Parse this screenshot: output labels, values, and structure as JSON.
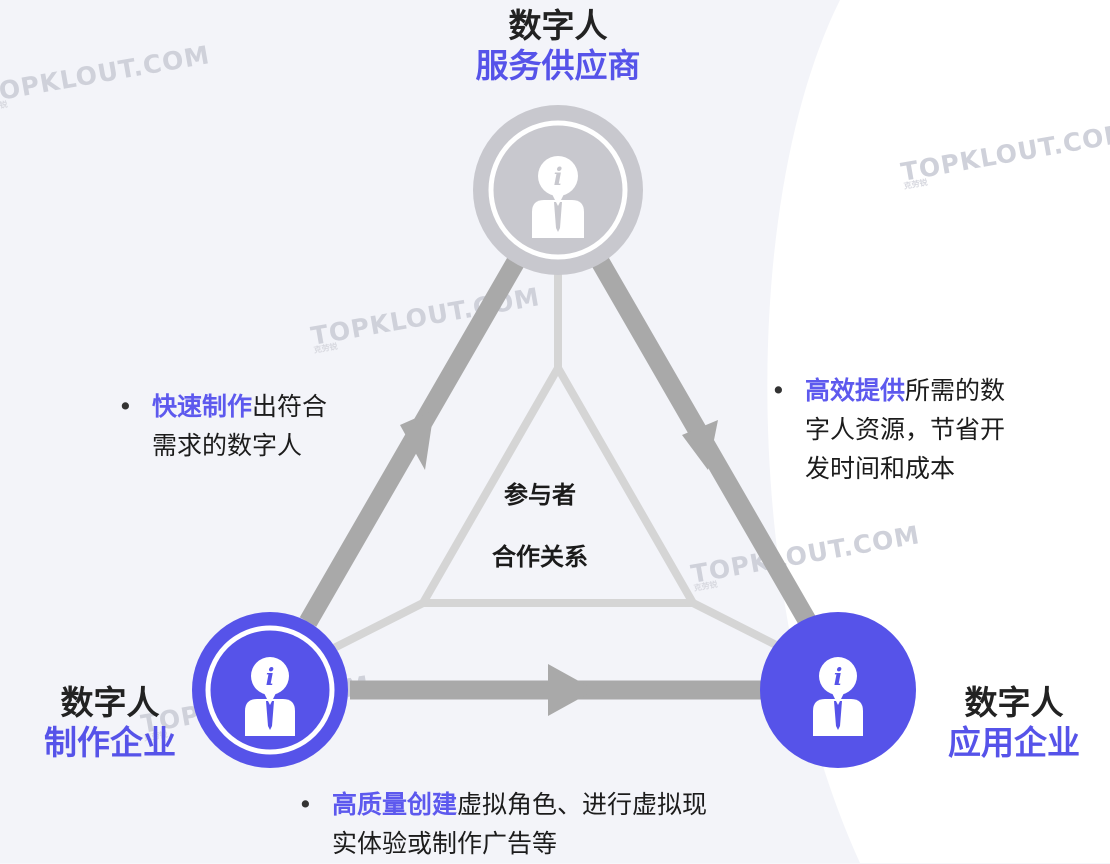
{
  "nodes": {
    "top": {
      "line1": "数字人",
      "line2": "服务供应商"
    },
    "left": {
      "line1": "数字人",
      "line2": "制作企业"
    },
    "right": {
      "line1": "数字人",
      "line2": "应用企业"
    }
  },
  "center": {
    "line1": "参与者",
    "line2": "合作关系"
  },
  "bullets": {
    "left": {
      "highlight": "快速制作",
      "text_a": "出符合",
      "text_b": "需求的数字人"
    },
    "right": {
      "highlight": "高效提供",
      "text_a": "所需的数",
      "text_b": "字人资源，节省开",
      "text_c": "发时间和成本"
    },
    "bottom": {
      "highlight": "高质量创建",
      "text_a": "虚拟角色、进行虚拟现",
      "text_b": "实体验或制作广告等"
    }
  },
  "bullet_symbol": "•",
  "watermark": {
    "text": "TOPKLOUT.COM",
    "sub": "克劳锐"
  },
  "icons": {
    "node": "person-info-icon"
  },
  "colors": {
    "accent": "#5653e9",
    "node_top": "#c8c8ce",
    "arrow": "#a9a9a9",
    "inner_triangle": "#d5d5d5"
  }
}
